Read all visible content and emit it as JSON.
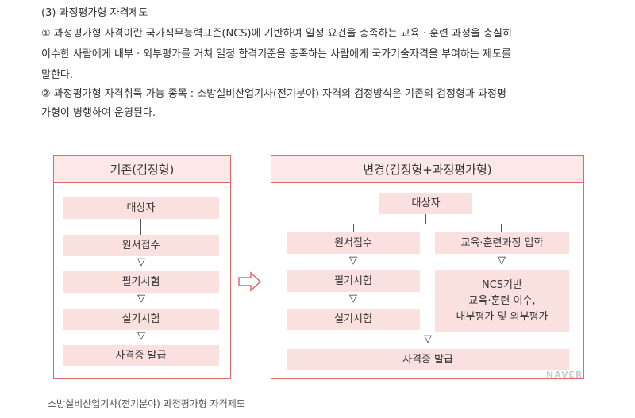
{
  "section_title": "(3) 과정평가형 자격제도",
  "paragraphs": [
    [
      "  ① 과정평가형 자격이란 국가직무능력표준(NCS)에 기반하여 일정 요건을 충족하는 교육 · 훈련 과정을 충실히",
      "이수한 사람에게 내부 · 외부평가를 거쳐 일정 합격기준을 충족하는 사람에게 국가기술자격을 부여하는 제도를",
      "말한다."
    ],
    [
      "  ② 과정평가형 자격취득 가능 종목 : 소방설비산업기사(전기분야) 자격의 검정방식은 기존의 검정형과 과정평",
      "가형이 병행하여 운영된다."
    ]
  ],
  "left": {
    "title": "기존(검정형)",
    "steps": [
      "대상자",
      "원서접수",
      "필기시험",
      "실기시험",
      "자격증 발급"
    ]
  },
  "right": {
    "title": "변경(검정형+과정평가형)",
    "top": "대상자",
    "left_steps": [
      "원서접수",
      "필기시험",
      "실기시험"
    ],
    "right_steps": [
      "교육·훈련과정 입학",
      "NCS기반\n교육·훈련 이수,\n내부평가 및 외부평가"
    ],
    "bottom": "자격증 발급"
  },
  "arrow_glyph": "▽",
  "watermark": "NAVER",
  "caption": "소방설비산업기사(전기분야) 과정평가형 자격제도",
  "colors": {
    "border": "#e06868",
    "box": "#fbe0e0",
    "head": "#fde8e8"
  }
}
